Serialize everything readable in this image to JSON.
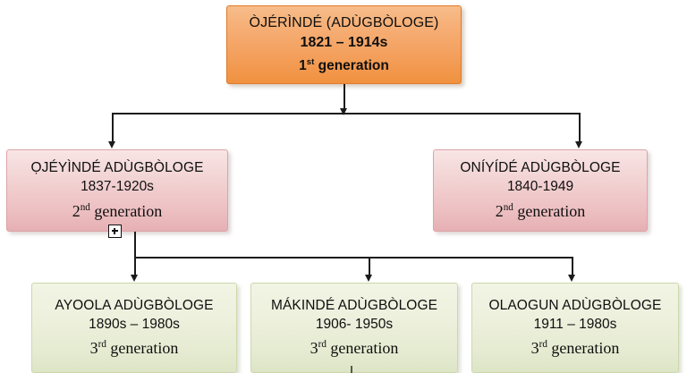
{
  "diagram": {
    "title": "Adugbologe family genealogy chart",
    "colors": {
      "gen1_fill": "#f4a261",
      "gen1_border": "#e07a2a",
      "gen2_fill": "#eec2c4",
      "gen2_border": "#dda4a7",
      "gen3_fill": "#e6ebd2",
      "gen3_border": "#ccd8ad",
      "connector": "#1b1b1b"
    },
    "generation1": {
      "name": "ÒJÉRÌNDÉ   (ADÙGBÒLOGE)",
      "dates": "1821 – 1914s",
      "generation_number": "1",
      "generation_ordinal": "st",
      "generation_word": "generation"
    },
    "generation2": [
      {
        "name": "ỌJÉYÌNDÉ ADÙGBÒLOGE",
        "dates": "1837-1920s",
        "generation_number": "2",
        "generation_ordinal": "nd",
        "generation_word": "generation",
        "has_expand_button": true,
        "expand_icon": "plus-icon"
      },
      {
        "name": "ONÍYÍDÉ ADÙGBÒLOGE",
        "dates": "1840-1949",
        "generation_number": "2",
        "generation_ordinal": "nd",
        "generation_word": "generation",
        "has_expand_button": false
      }
    ],
    "generation3": [
      {
        "name": "AYOOLA ADÙGBÒLOGE",
        "dates": "1890s – 1980s",
        "generation_number": "3",
        "generation_ordinal": "rd",
        "generation_word": "generation"
      },
      {
        "name": "MÁKINDÉ ADÙGBÒLOGE",
        "dates": "1906- 1950s",
        "generation_number": "3",
        "generation_ordinal": "rd",
        "generation_word": "generation"
      },
      {
        "name": "OLAOGUN ADÙGBÒLOGE",
        "dates": "1911 – 1980s",
        "generation_number": "3",
        "generation_ordinal": "rd",
        "generation_word": "generation"
      }
    ]
  }
}
